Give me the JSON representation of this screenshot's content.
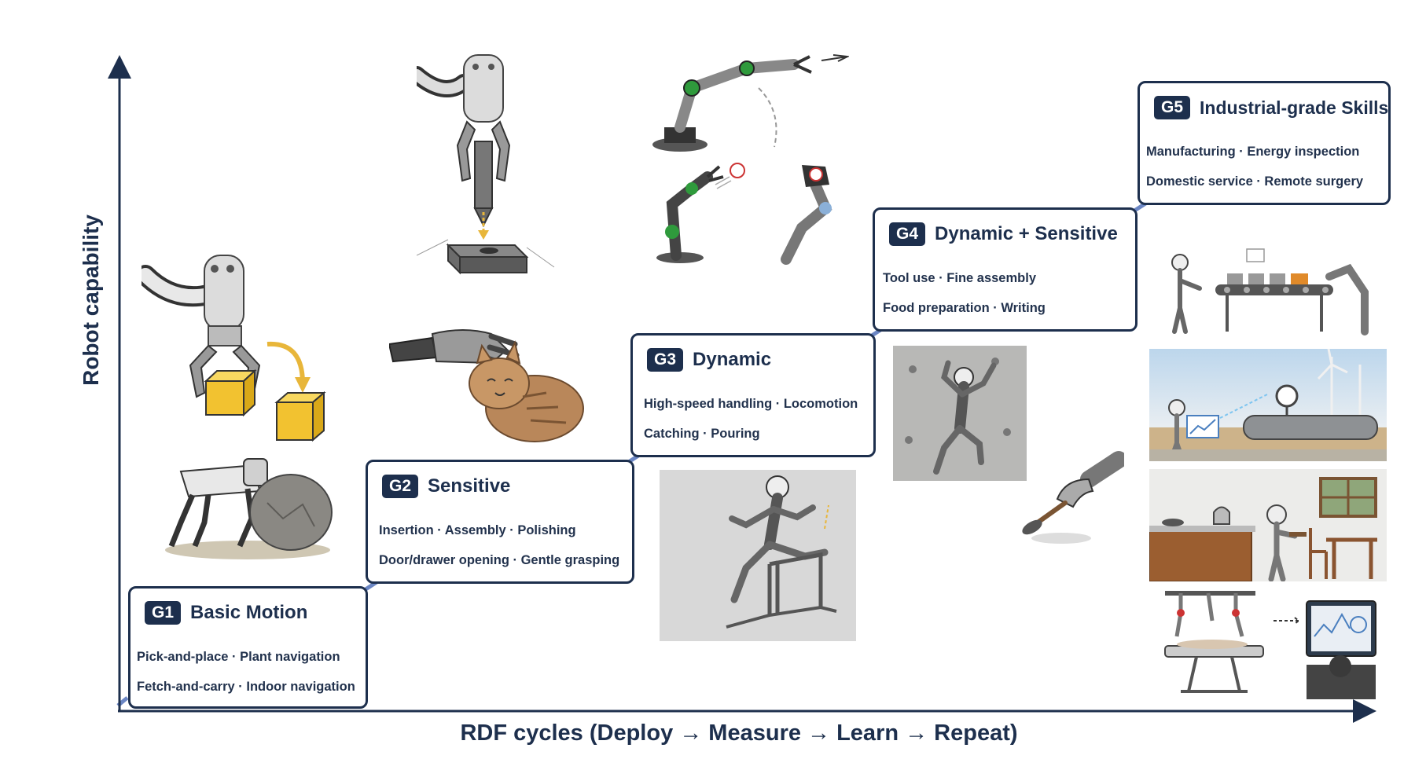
{
  "axes": {
    "x_title": "RDF cycles (Deploy → Measure → Learn → Repeat)",
    "y_title": "Robot capability"
  },
  "levels": [
    {
      "badge": "G1",
      "title": "Basic Motion",
      "line1": "Pick-and-place · Plant navigation",
      "line2": "Fetch-and-carry · Indoor navigation"
    },
    {
      "badge": "G2",
      "title": "Sensitive",
      "line1": "Insertion · Assembly · Polishing",
      "line2": "Door/drawer opening · Gentle grasping"
    },
    {
      "badge": "G3",
      "title": "Dynamic",
      "line1": "High-speed handling · Locomotion",
      "line2": "Catching · Pouring"
    },
    {
      "badge": "G4",
      "title": "Dynamic + Sensitive",
      "line1": "Tool use · Fine assembly",
      "line2": "Food preparation · Writing"
    },
    {
      "badge": "G5",
      "title": "Industrial-grade Skills",
      "line1": "Manufacturing · Energy inspection",
      "line2": "Domestic service · Remote surgery"
    }
  ],
  "illustrations": [
    "gripper-cube-icon",
    "quadruped-robot-icon",
    "peg-insertion-icon",
    "robot-hand-cat-icon",
    "robot-arm-throw-icon",
    "robot-arms-catching-icon",
    "hurdling-robot-icon",
    "climbing-robot-icon",
    "robot-hand-tool-icon",
    "factory-line-icon",
    "pipeline-inspection-icon",
    "domestic-kitchen-icon",
    "remote-surgery-icon"
  ],
  "colors": {
    "navy": "#1d2f4d",
    "accent": "#6b86c4",
    "cube": "#f2c230"
  }
}
